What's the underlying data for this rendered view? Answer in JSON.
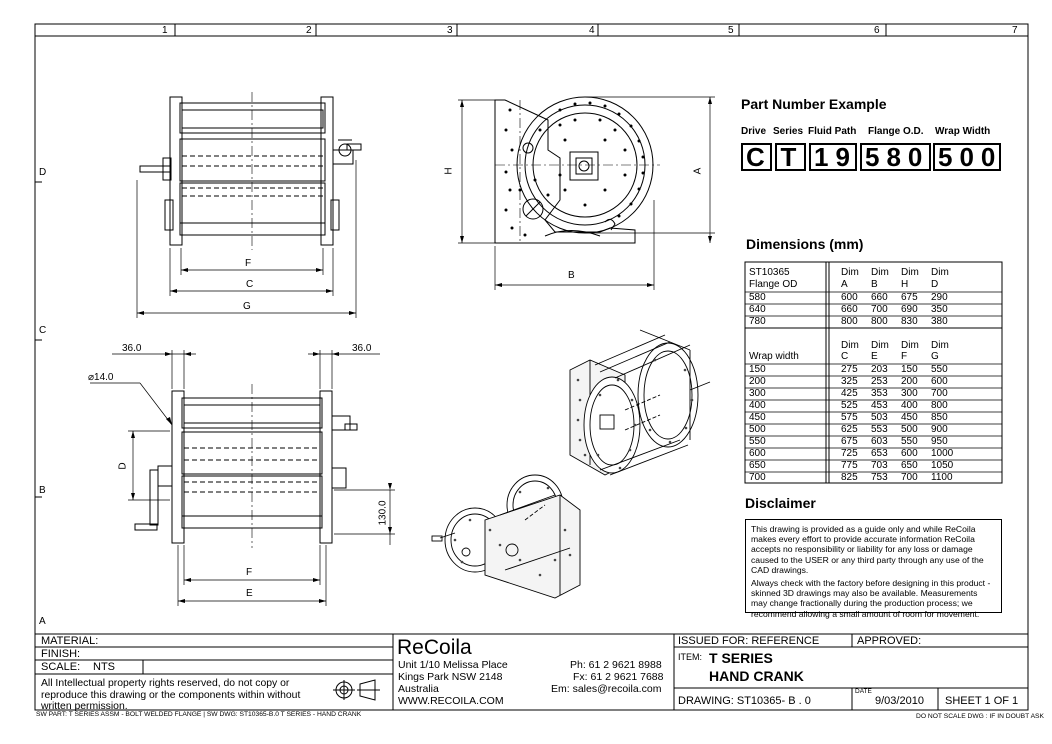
{
  "grid": {
    "columns": [
      "1",
      "2",
      "3",
      "4",
      "5",
      "6",
      "7"
    ],
    "rows": [
      "D",
      "C",
      "B",
      "A"
    ]
  },
  "views": {
    "front_top": {
      "labels": [
        "F",
        "C",
        "G"
      ]
    },
    "side": {
      "labels": [
        "H",
        "A",
        "B"
      ]
    },
    "front_bottom": {
      "labels": [
        "36.0",
        "36.0",
        "⌀14.0",
        "D",
        "130.0",
        "F",
        "E"
      ]
    }
  },
  "part_number": {
    "heading": "Part Number Example",
    "labels": {
      "drive": "Drive",
      "series": "Series",
      "fluid_path": "Fluid Path",
      "flange_od": "Flange O.D.",
      "wrap_width": "Wrap Width"
    },
    "values": {
      "drive": "C",
      "series": "T",
      "fluid_path": "19",
      "flange_od": "580",
      "wrap_width": "500"
    }
  },
  "dimensions": {
    "heading": "Dimensions (mm)",
    "table1": {
      "label": [
        "ST10365",
        "Flange OD"
      ],
      "headers": [
        [
          "Dim",
          "A"
        ],
        [
          "Dim",
          "B"
        ],
        [
          "Dim",
          "H"
        ],
        [
          "Dim",
          "D"
        ]
      ],
      "rows": [
        {
          "key": "580",
          "vals": [
            "600",
            "660",
            "675",
            "290"
          ]
        },
        {
          "key": "640",
          "vals": [
            "660",
            "700",
            "690",
            "350"
          ]
        },
        {
          "key": "780",
          "vals": [
            "800",
            "800",
            "830",
            "380"
          ]
        }
      ]
    },
    "table2": {
      "label": "Wrap width",
      "headers": [
        [
          "Dim",
          "C"
        ],
        [
          "Dim",
          "E"
        ],
        [
          "Dim",
          "F"
        ],
        [
          "Dim",
          "G"
        ]
      ],
      "rows": [
        {
          "key": "150",
          "vals": [
            "275",
            "203",
            "150",
            "550"
          ]
        },
        {
          "key": "200",
          "vals": [
            "325",
            "253",
            "200",
            "600"
          ]
        },
        {
          "key": "300",
          "vals": [
            "425",
            "353",
            "300",
            "700"
          ]
        },
        {
          "key": "400",
          "vals": [
            "525",
            "453",
            "400",
            "800"
          ]
        },
        {
          "key": "450",
          "vals": [
            "575",
            "503",
            "450",
            "850"
          ]
        },
        {
          "key": "500",
          "vals": [
            "625",
            "553",
            "500",
            "900"
          ]
        },
        {
          "key": "550",
          "vals": [
            "675",
            "603",
            "550",
            "950"
          ]
        },
        {
          "key": "600",
          "vals": [
            "725",
            "653",
            "600",
            "1000"
          ]
        },
        {
          "key": "650",
          "vals": [
            "775",
            "703",
            "650",
            "1050"
          ]
        },
        {
          "key": "700",
          "vals": [
            "825",
            "753",
            "700",
            "1100"
          ]
        }
      ]
    }
  },
  "disclaimer": {
    "heading": "Disclaimer",
    "p1": "This drawing is provided as a guide only and while ReCoila makes every effort to provide accurate information ReCoila accepts no responsibility or liability for any loss or damage caused to the USER or any third party through any use of the CAD drawings.",
    "p2": "Always check with the factory before designing in this product - skinned 3D drawings may also be available. Measurements may change fractionally during the production process; we recommend allowing a small amount of room for movement."
  },
  "title_block": {
    "material": "MATERIAL:",
    "finish": "FINISH:",
    "scale_label": "SCALE:",
    "scale_value": "NTS",
    "ip_notice": "All Intellectual property rights reserved, do not copy or reproduce this drawing or the components within without written permission.",
    "company": "ReCoila",
    "address1": "Unit 1/10 Melissa Place",
    "address2": "Kings Park NSW 2148",
    "address3": "Australia",
    "web": "WWW.RECOILA.COM",
    "phone": "Ph: 61 2 9621 8988",
    "fax": "Fx: 61 2 9621 7688",
    "email": "Em: sales@recoila.com",
    "issued_for": "ISSUED FOR: REFERENCE",
    "approved": "APPROVED:",
    "item_label": "ITEM:",
    "item_line1": "T SERIES",
    "item_line2": "HAND CRANK",
    "drawing": "DRAWING:  ST10365- B . 0",
    "date_label": "DATE",
    "date": "9/03/2010",
    "sheet": "SHEET 1 OF 1"
  },
  "footer": {
    "left": "SW PART: T SERIES ASSM - BOLT WELDED FLANGE | SW DWG: ST10365-B.0 T SERIES - HAND CRANK",
    "right": "DO NOT SCALE DWG : IF IN DOUBT ASK"
  }
}
